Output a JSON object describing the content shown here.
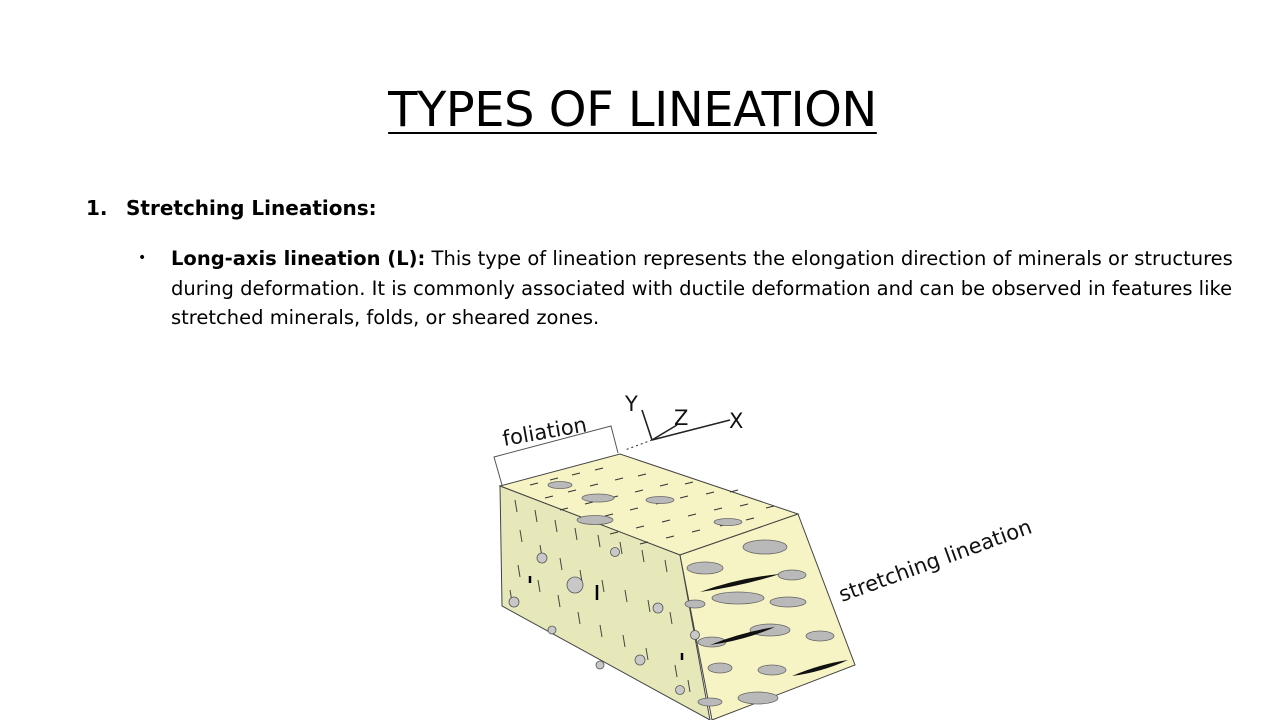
{
  "page": {
    "title": "TYPES OF LINEATION"
  },
  "section": {
    "number": "1.",
    "heading": "Stretching Lineations:"
  },
  "bullet": {
    "term": "Long-axis lineation (L):",
    "description": " This type of lineation represents the elongation direction of minerals or structures during deformation. It is commonly associated with ductile deformation and can be observed in features like stretched minerals, folds, or sheared zones."
  },
  "diagram": {
    "foliation_label": "foliation",
    "stretching_label": "stretching lineation",
    "axis_y": "Y",
    "axis_z": "Z",
    "axis_x": "X",
    "colors": {
      "block_fill": "#f6f3c4",
      "block_side_fill": "#e7e8b9",
      "ellipse_fill": "#b9b9b9",
      "outline": "#444444"
    }
  }
}
